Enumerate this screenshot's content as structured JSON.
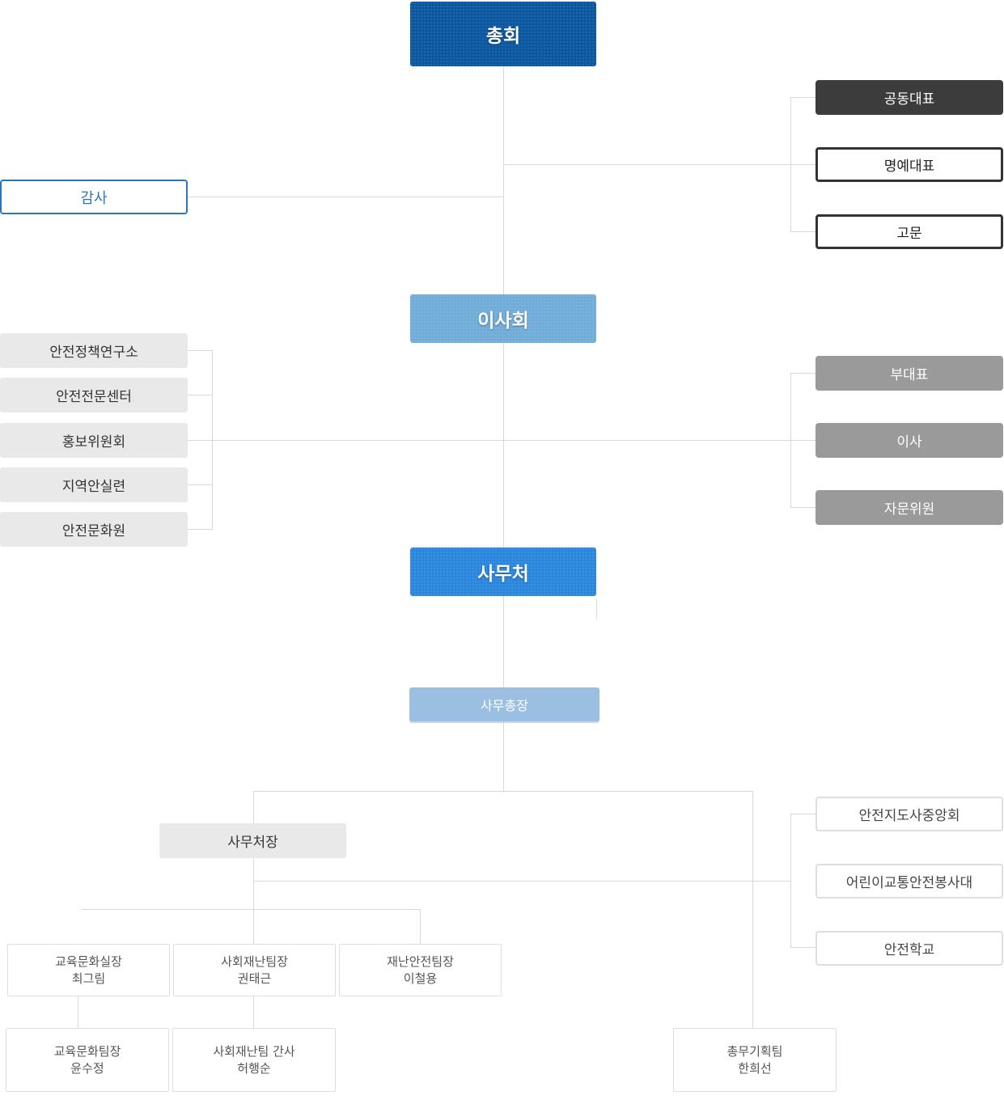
{
  "top": {
    "general_assembly": "총회",
    "board": "이사회",
    "secretariat": "사무처"
  },
  "right_group_1": [
    "공동대표",
    "명예대표",
    "고문"
  ],
  "auditor": "감사",
  "left_committees": [
    "안전정책연구소",
    "안전전문센터",
    "홍보위원회",
    "지역안실련",
    "안전문화원"
  ],
  "right_group_2": [
    "부대표",
    "이사",
    "자문위원"
  ],
  "secretary_general": "사무총장",
  "office_head": "사무처장",
  "affiliates": [
    "안전지도사중앙회",
    "어린이교통안전봉사대",
    "안전학교"
  ],
  "teams_level1": [
    {
      "title": "교육문화실장",
      "name": "최그림"
    },
    {
      "title": "사회재난팀장",
      "name": "권태근"
    },
    {
      "title": "재난안전팀장",
      "name": "이철용"
    }
  ],
  "teams_level2": [
    {
      "title": "교육문화팀장",
      "name": "윤수정"
    },
    {
      "title": "사회재난팀 간사",
      "name": "허행순"
    }
  ],
  "general_affairs": {
    "title": "총무기획팀",
    "name": "한희선"
  },
  "colors": {
    "assembly": "#0b57a0",
    "board": "#72acd8",
    "secretariat": "#2b86dd",
    "dark": "#3c3c3c",
    "grey": "#9a9a9a",
    "auditor_blue": "#2e75b6"
  }
}
